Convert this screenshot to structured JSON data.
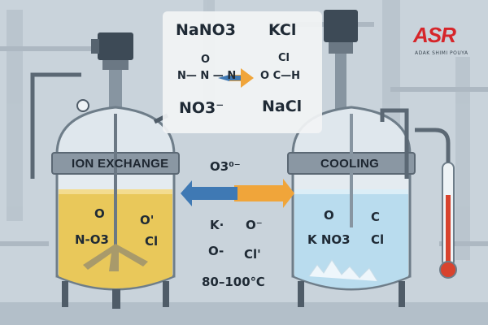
{
  "logo": {
    "mark": "ASR",
    "subtitle": "ADAK SHIMI POUYA",
    "color": "#d6252a"
  },
  "left_tank": {
    "label": "ION EXCHANGE",
    "liquid_color": "#e9c85a"
  },
  "right_tank": {
    "label": "COOLING",
    "liquid_color": "#b9dcee"
  },
  "reaction_card": {
    "reactant_top": "NaNO3",
    "reactant_struct_o": "O",
    "reactant_struct_main": "N— N — N",
    "reactant_bottom": "NO3⁻",
    "product_top": "KCl",
    "product_struct_top": "Cl",
    "product_struct_main": "O  C—H",
    "product_bottom": "NaCl"
  },
  "middle": {
    "ion_top": "O3⁰⁻",
    "ion_row1_a": "K·",
    "ion_row1_b": "O⁻",
    "ion_row2_a": "O-",
    "ion_row2_b": "Cl'",
    "temperature": "80–100℃",
    "arrow_left_color": "#3f79b4",
    "arrow_right_color": "#f0a53a"
  },
  "left_liquid_labels": {
    "o_top": "O",
    "mid": "N-O3",
    "o_right": "O'",
    "cl": "Cl"
  },
  "right_liquid_labels": {
    "o_top": "O",
    "mid": "K NO3",
    "c": "C",
    "cl": "Cl"
  },
  "thermometer": {
    "bulb_color": "#d8432e"
  }
}
